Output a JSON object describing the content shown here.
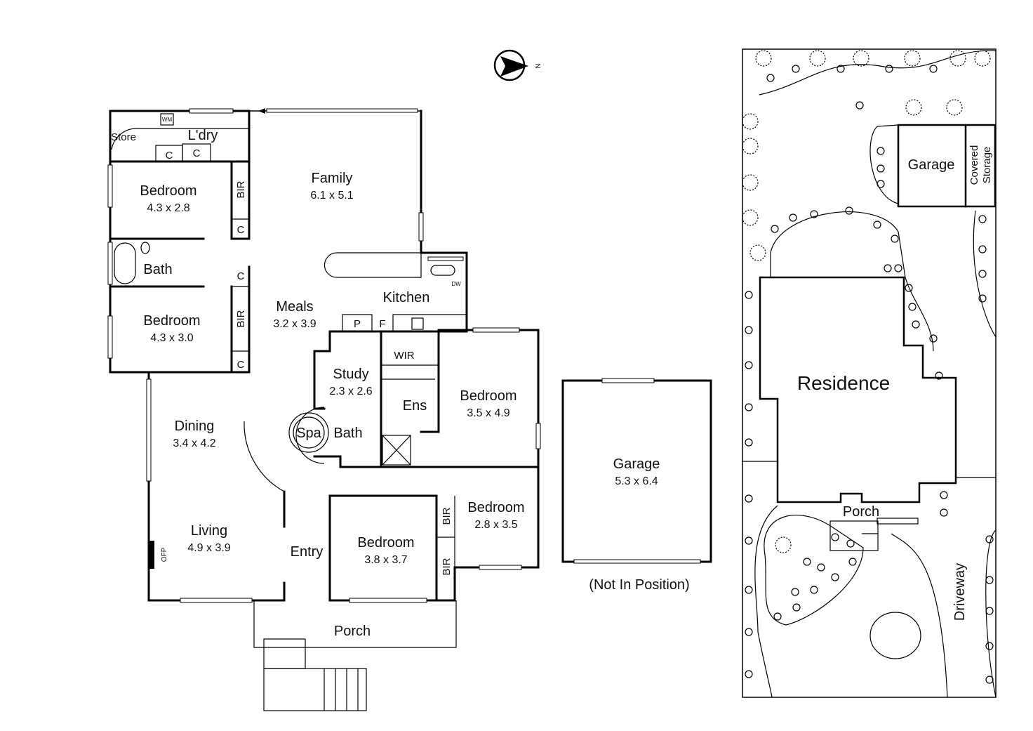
{
  "compass": {
    "north_label": "N"
  },
  "house": {
    "family": {
      "name": "Family",
      "size": "6.1 x 5.1"
    },
    "bedroom1": {
      "name": "Bedroom",
      "size": "4.3 x 2.8"
    },
    "bedroom2": {
      "name": "Bedroom",
      "size": "4.3 x 3.0"
    },
    "bath": {
      "name": "Bath"
    },
    "store": {
      "name": "Store"
    },
    "laundry": {
      "name": "L'dry",
      "wm": "WM"
    },
    "meals": {
      "name": "Meals",
      "size": "3.2 x 3.9"
    },
    "kitchen": {
      "name": "Kitchen",
      "dw": "DW",
      "pantry": "P",
      "fridge": "F"
    },
    "study": {
      "name": "Study",
      "size": "2.3 x 2.6"
    },
    "spa": {
      "name": "Spa"
    },
    "bath2": {
      "name": "Bath"
    },
    "ensuite": {
      "name": "Ens"
    },
    "wir": {
      "name": "WIR"
    },
    "bedroom3": {
      "name": "Bedroom",
      "size": "3.5 x 4.9"
    },
    "dining": {
      "name": "Dining",
      "size": "3.4 x 4.2"
    },
    "living": {
      "name": "Living",
      "size": "4.9 x 3.9",
      "ofp": "OFP"
    },
    "entry": {
      "name": "Entry"
    },
    "bedroom4": {
      "name": "Bedroom",
      "size": "3.8 x 3.7"
    },
    "bedroom5": {
      "name": "Bedroom",
      "size": "2.8 x 3.5"
    },
    "porch": {
      "name": "Porch"
    },
    "cupboard": "C",
    "bir": "BIR"
  },
  "garage": {
    "name": "Garage",
    "size": "5.3 x 6.4",
    "note": "(Not In Position)"
  },
  "site": {
    "garage": "Garage",
    "covered_storage_1": "Covered",
    "covered_storage_2": "Storage",
    "residence": "Residence",
    "porch": "Porch",
    "driveway": "Driveway"
  }
}
